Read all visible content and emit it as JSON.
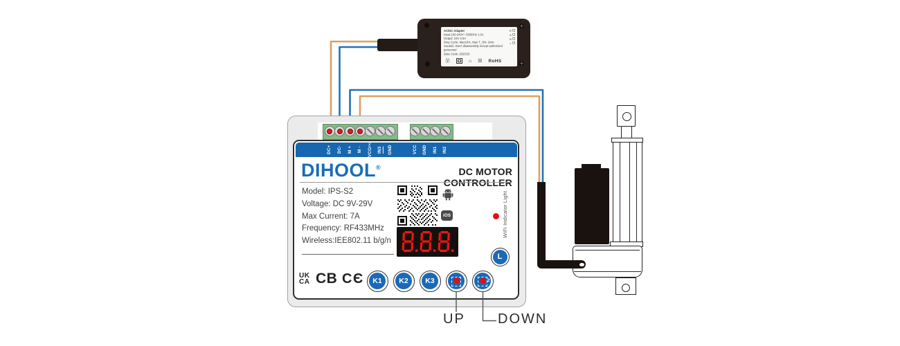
{
  "colors": {
    "accent_blue": "#1766b0",
    "wire_orange": "#dda05f",
    "wire_blue": "#2371b8",
    "terminal_green": "#85b989",
    "terminal_red": "#d8201a",
    "led_red": "#e31111",
    "display_red": "#ee1610",
    "adapter_body": "#2a201c"
  },
  "adapter": {
    "label_lines": [
      "AC/DC Adapter",
      "Input:100-240V~ 50/60Hz 1.0A",
      "Output: 24V   2.5A",
      "Duty Cycle: Max10%, Max T_ON: 2min",
      "Caution: Don't disassembly except authorized personnel",
      "Date Code: 2020/10"
    ],
    "side_marks": [
      "R",
      "A",
      "B",
      "L"
    ],
    "icons": {
      "circled_v": "Ⓥ",
      "house": "⌂",
      "crossed_bin": "☒"
    },
    "rohs": "RoHS"
  },
  "controller": {
    "brand": "DIHOOL",
    "reg_mark": "®",
    "title": "DC MOTOR CONTROLLER",
    "terminals_left": [
      "DC+",
      "DC-",
      "M +",
      "M -",
      "VCC",
      "IN3",
      "GND"
    ],
    "terminal_vcc_sub": "(5V)",
    "terminals_right": [
      "VCC",
      "GND",
      "IN1",
      "IN2"
    ],
    "specs": [
      "Model: IPS-S2",
      "Voltage: DC 9V-29V",
      "Max Current: 7A",
      "Frequency: RF433MHz",
      "Wireless:IEE802.11 b/g/n"
    ],
    "ios_badge": "iOS",
    "display_value": "8.8.8.",
    "wifi_label": "WiFi Indicator Light",
    "learn_button": "L",
    "certs": {
      "ukca_top": "UK",
      "ukca_bottom": "CA",
      "cb": "CB",
      "ce": "CЄ"
    },
    "buttons": [
      "K1",
      "K2",
      "K3"
    ],
    "down_button_sub": "2"
  },
  "annotations": {
    "up": "UP",
    "down": "DOWN"
  }
}
